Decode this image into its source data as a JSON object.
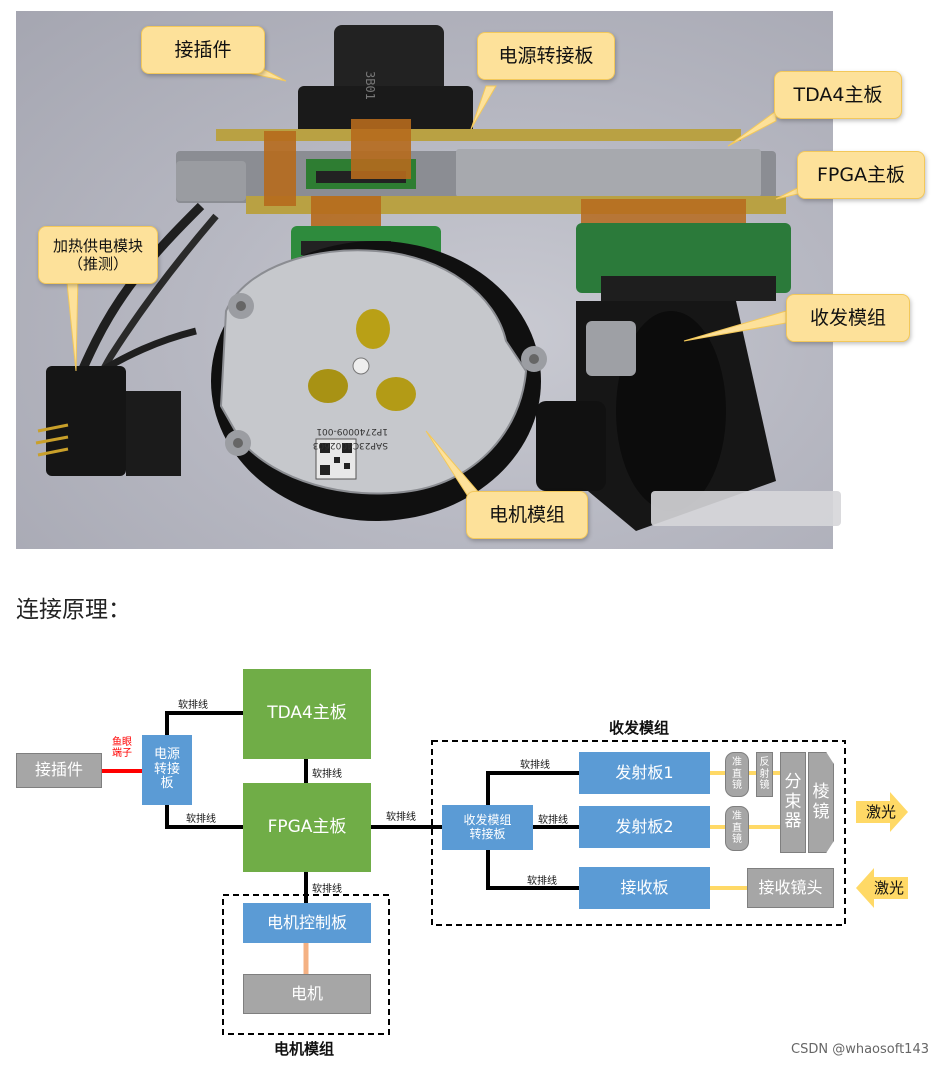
{
  "photo_callouts": {
    "connector": "接插件",
    "power_adapter": "电源转接板",
    "tda4_board": "TDA4主板",
    "fpga_board": "FPGA主板",
    "heater_line1": "加热供电模块",
    "heater_line2": "（推测）",
    "transceiver": "收发模组",
    "motor": "电机模组"
  },
  "photo_text": {
    "connector_mark": "3B01",
    "motor_label_line1": "1P2740009-001",
    "motor_label_line2": "SAP23C4002603"
  },
  "section_heading": "连接原理：",
  "diagram": {
    "connector": "接插件",
    "fisheye_terminal": "鱼眼\n端子",
    "power_adapter": "电源\n转接\n板",
    "tda4": "TDA4主板",
    "fpga": "FPGA主板",
    "motor_ctrl": "电机控制板",
    "motor": "电机",
    "motor_group_title": "电机模组",
    "trx_group_title": "收发模组",
    "trx_adapter": "收发模组\n转接板",
    "emitter1": "发射板1",
    "emitter2": "发射板2",
    "receiver": "接收板",
    "collimator": "准\n直\n镜",
    "reflector": "反\n射\n镜",
    "beam_splitter": "分\n束\n器",
    "prism": "棱\n镜",
    "receive_lens": "接收镜头",
    "laser_out": "激光",
    "laser_in": "激光",
    "ffc": "软排线"
  },
  "watermark": "CSDN @whaosoft143",
  "colors": {
    "callout_fill": "#fde19a",
    "board_green": "#70ad47",
    "box_blue": "#5b9bd5",
    "box_gray": "#a6a6a6",
    "laser_arrow": "#ffd966",
    "fisheye_red": "#ff0000",
    "motor_link": "#f4b183"
  }
}
